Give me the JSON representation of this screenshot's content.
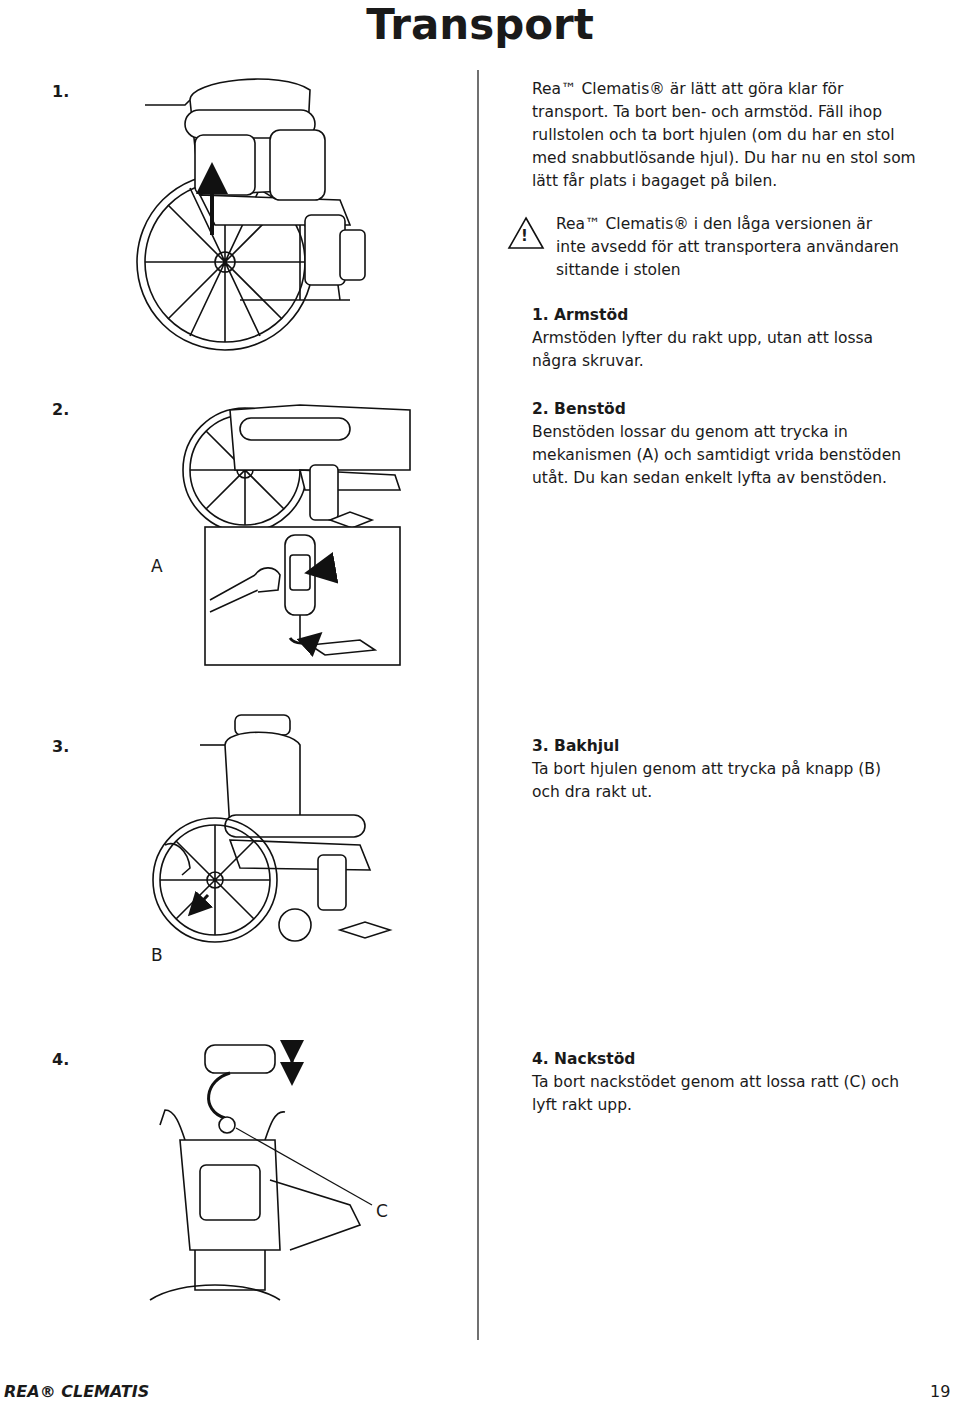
{
  "diagram": {
    "title": "Transport",
    "labels": [
      "1.",
      "Rea™ Clematis® är lätt att göra klar för transport. Ta bort ben- och armstöd. Fäll ihop rullstolen och ta bort hjulen (om du har en stol med snabbutlösande hjul). Du har nu en stol som lätt får plats i bagaget på bilen.",
      "!",
      "Rea™ Clematis® i den låga versionen är inte avsedd för att transportera användaren sittande i stolen",
      "1. Armstöd",
      "Armstöden lyfter du rakt upp, utan att lossa några skruvar.",
      "2.",
      "2. Benstöd",
      "Benstöden lossar du genom att trycka in mekanismen (A) och samtidigt vrida benstöden utåt. Du kan sedan enkelt lyfta av benstöden.",
      "A",
      "3.",
      "3. Bakhjul",
      "Ta bort hjulen genom att trycka på knapp (B) och dra rakt ut.",
      "B",
      "4.",
      "4. Nackstöd",
      "Ta bort nackstödet genom att lossa ratt (C) och lyft rakt upp.",
      "C",
      "REA® CLEMATIS",
      "19"
    ]
  }
}
